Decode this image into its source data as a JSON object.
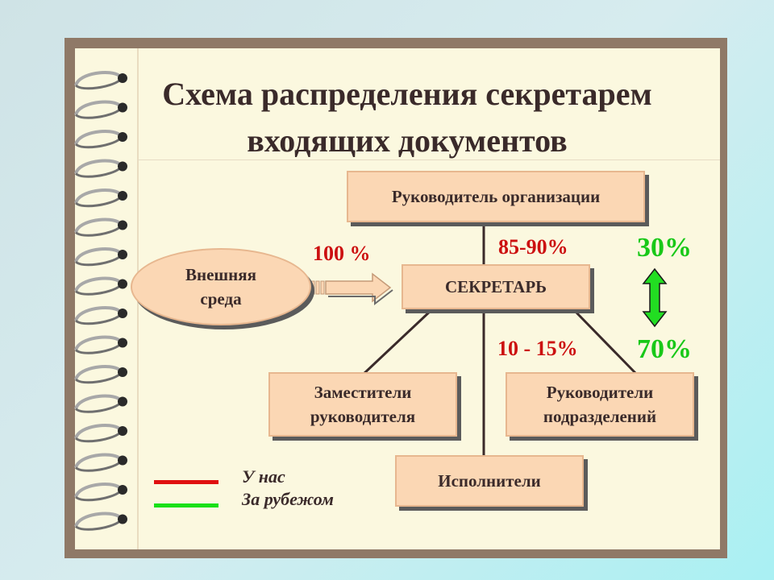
{
  "title": "Схема распределения секретарем входящих документов",
  "nodes": {
    "head": "Руководитель организации",
    "secretary": "СЕКРЕТАРЬ",
    "external": "Внешняя среда",
    "deputies": "Заместители руководителя",
    "dept_heads": "Руководители подразделений",
    "executors": "Исполнители"
  },
  "labels": {
    "incoming": "100 %",
    "to_head": "85-90%",
    "to_others": "10 - 15%",
    "abroad_top": "30%",
    "abroad_bottom": "70%"
  },
  "legend": {
    "domestic": "У нас",
    "abroad": "За рубежом"
  },
  "colors": {
    "domestic": "#e01010",
    "abroad": "#18e018",
    "box_fill": "#fbd7b4",
    "text": "#3a2a2a"
  }
}
